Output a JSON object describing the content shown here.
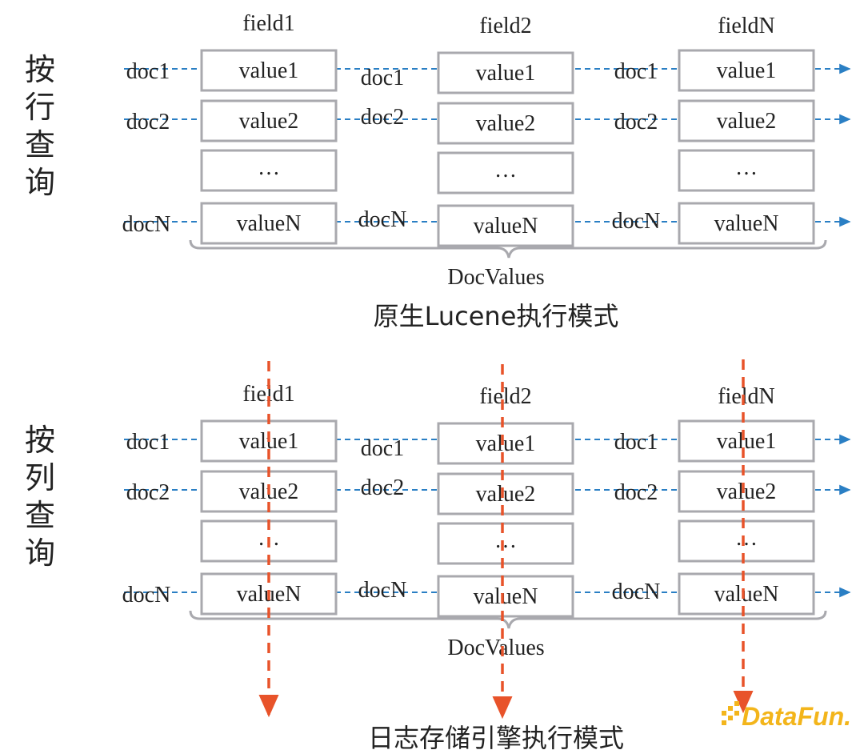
{
  "colors": {
    "box_stroke": "#a9a9ae",
    "row_arrow": "#2a7fc4",
    "column_arrow": "#e8532a",
    "brace": "#a9a9ae",
    "text": "#222222",
    "logo_yellow": "#f3b51b"
  },
  "fields": [
    "field1",
    "field2",
    "fieldN"
  ],
  "docs": [
    "doc1",
    "doc2",
    "docN"
  ],
  "values": [
    "value1",
    "value2",
    "…",
    "valueN"
  ],
  "structure_label": "DocValues",
  "top_panel": {
    "side_label": [
      "按",
      "行",
      "查",
      "询"
    ],
    "caption": "原生Lucene执行模式"
  },
  "bottom_panel": {
    "side_label": [
      "按",
      "列",
      "查",
      "询"
    ],
    "caption": "日志存储引擎执行模式"
  },
  "logo": {
    "text": "DataFun."
  }
}
